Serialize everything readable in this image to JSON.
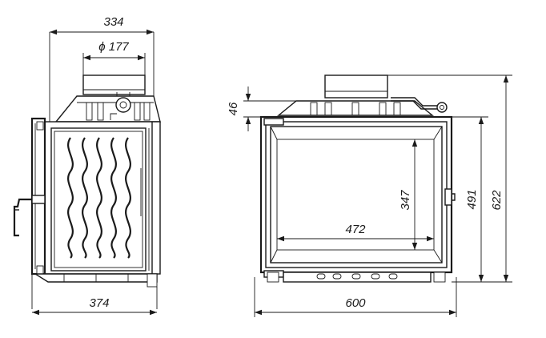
{
  "side_view": {
    "width_top": "334",
    "flue_diameter": "ϕ 177",
    "width_bottom": "374"
  },
  "front_view": {
    "top_offset": "46",
    "glass_width": "472",
    "glass_height": "347",
    "body_height": "491",
    "total_height": "622",
    "total_width": "600"
  }
}
